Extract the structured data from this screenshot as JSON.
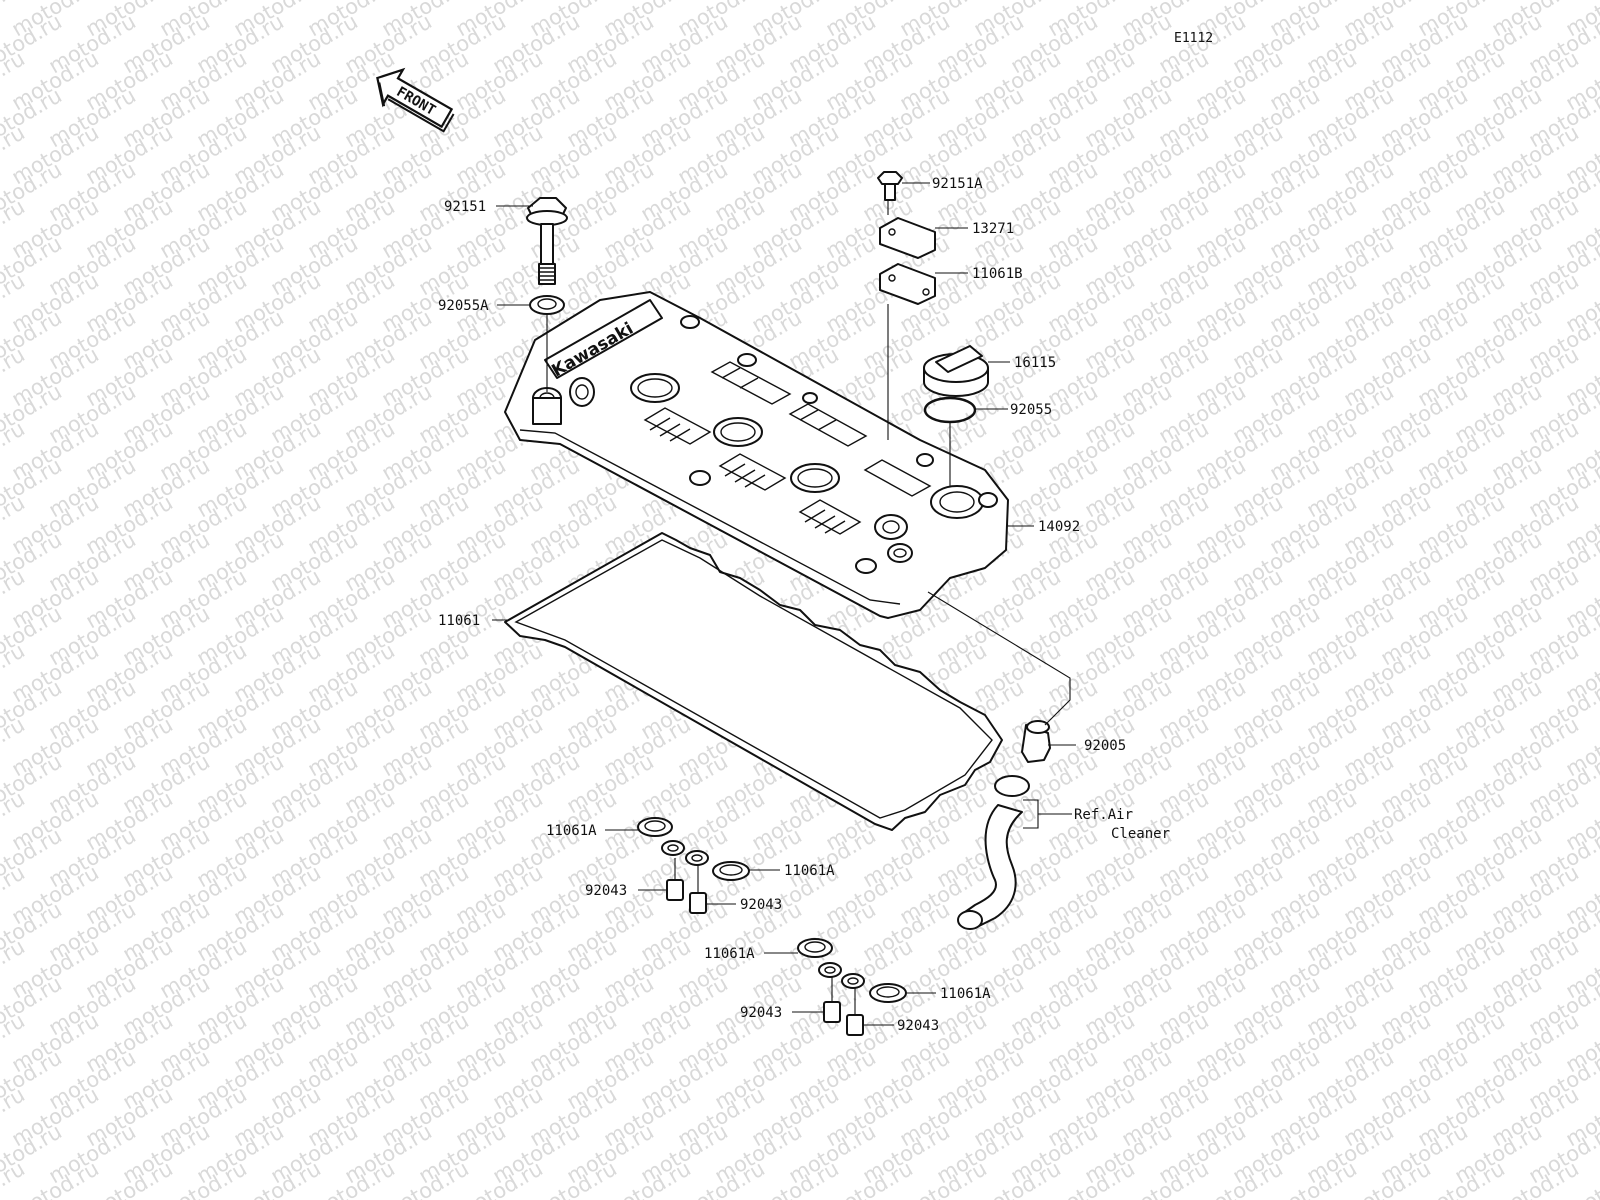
{
  "diagram_code": "E1112",
  "front_label": "FRONT",
  "brand_text": "Kawasaki",
  "watermark": "motod.ru",
  "reference_note": {
    "line1": "Ref.Air",
    "line2": "Cleaner"
  },
  "callouts": {
    "bolt_92151": "92151",
    "washer_92055A": "92055A",
    "bolt_92151A": "92151A",
    "cover_13271": "13271",
    "gasket_11061B": "11061B",
    "cap_16115": "16115",
    "oring_92055": "92055",
    "head_cover_14092": "14092",
    "gasket_11061": "11061",
    "tube_92005": "92005",
    "gasket_11061A_1": "11061A",
    "gasket_11061A_2": "11061A",
    "gasket_11061A_3": "11061A",
    "gasket_11061A_4": "11061A",
    "plug_92043_1": "92043",
    "plug_92043_2": "92043",
    "plug_92043_3": "92043",
    "plug_92043_4": "92043"
  }
}
